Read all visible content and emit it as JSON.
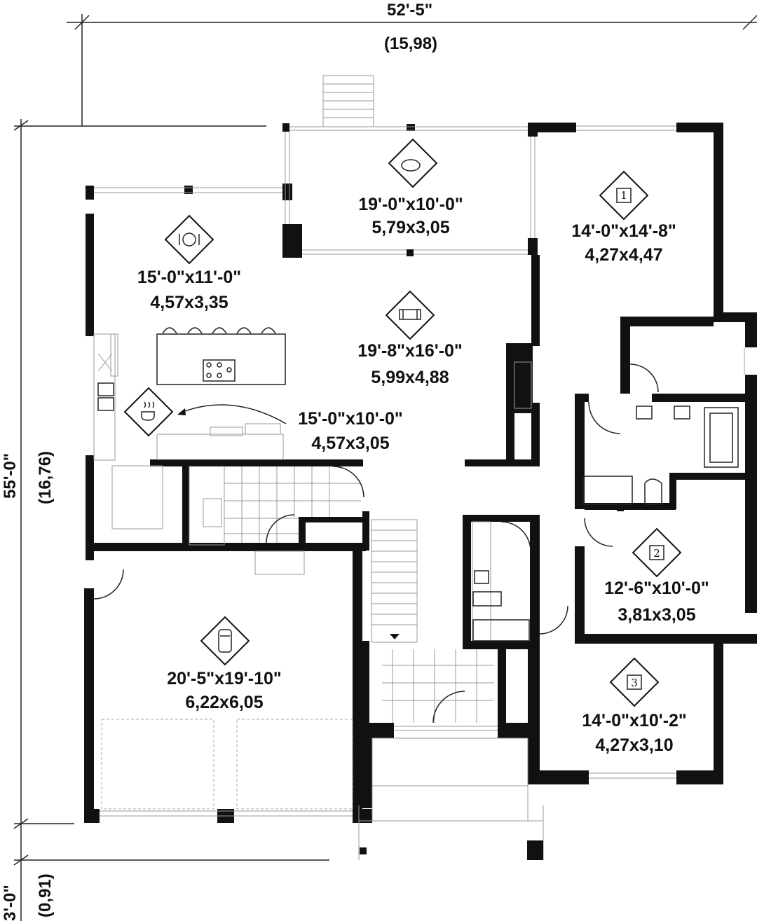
{
  "dimensions": {
    "overall_width_imperial": "52'-5\"",
    "overall_width_metric": "(15,98)",
    "overall_depth_imperial": "55'-0\"",
    "overall_depth_metric": "(16,76)",
    "porch_depth_imperial": "3'-0\"",
    "porch_depth_metric": "(0,91)"
  },
  "rooms": [
    {
      "id": "terrace",
      "icon": "terrace-icon",
      "imperial": "19'-0\"x10'-0\"",
      "metric": "5,79x3,05"
    },
    {
      "id": "bedroom-1",
      "icon": "bedroom-1-icon",
      "icon_number": "1",
      "imperial": "14'-0\"x14'-8\"",
      "metric": "4,27x4,47"
    },
    {
      "id": "dining",
      "icon": "dining-icon",
      "imperial": "15'-0\"x11'-0\"",
      "metric": "4,57x3,35"
    },
    {
      "id": "living",
      "icon": "sofa-icon",
      "imperial": "19'-8\"x16'-0\"",
      "metric": "5,99x4,88"
    },
    {
      "id": "kitchen",
      "icon": "kitchen-icon",
      "imperial": "15'-0\"x10'-0\"",
      "metric": "4,57x3,05"
    },
    {
      "id": "bedroom-2",
      "icon": "bedroom-2-icon",
      "icon_number": "2",
      "imperial": "12'-6\"x10'-0\"",
      "metric": "3,81x3,05"
    },
    {
      "id": "garage",
      "icon": "car-icon",
      "imperial": "20'-5\"x19'-10\"",
      "metric": "6,22x6,05"
    },
    {
      "id": "bedroom-3",
      "icon": "bedroom-3-icon",
      "icon_number": "3",
      "imperial": "14'-0\"x10'-2\"",
      "metric": "4,27x3,10"
    }
  ]
}
